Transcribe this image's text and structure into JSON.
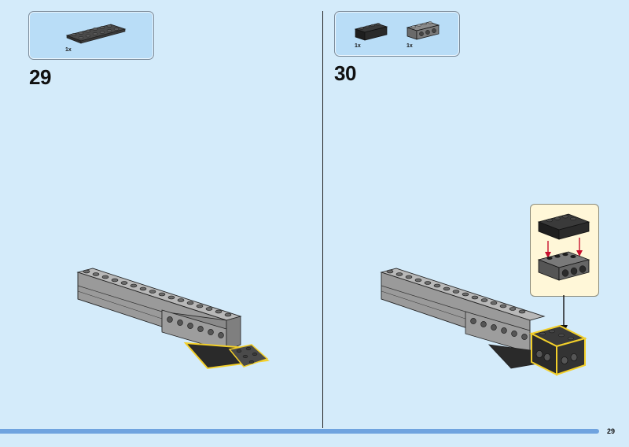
{
  "page": {
    "number": "29"
  },
  "steps": [
    {
      "number": "29",
      "parts": [
        {
          "qty": "1x",
          "part": "dark-gray-plate-2x6"
        }
      ]
    },
    {
      "number": "30",
      "parts": [
        {
          "qty": "1x",
          "part": "black-brick-1x4"
        },
        {
          "qty": "1x",
          "part": "gray-technic-brick-1x4"
        }
      ]
    }
  ],
  "colors": {
    "background": "#d4ebfa",
    "parts_box": "#b9ddf7",
    "callout": "#fff7d8",
    "highlight": "#f2cf2a",
    "arrow_red": "#c8102e",
    "light_gray": "#9a9a9a",
    "dark_gray": "#4f4f4f",
    "black": "#1e1e1e",
    "accent_bar": "#6fa3df"
  }
}
